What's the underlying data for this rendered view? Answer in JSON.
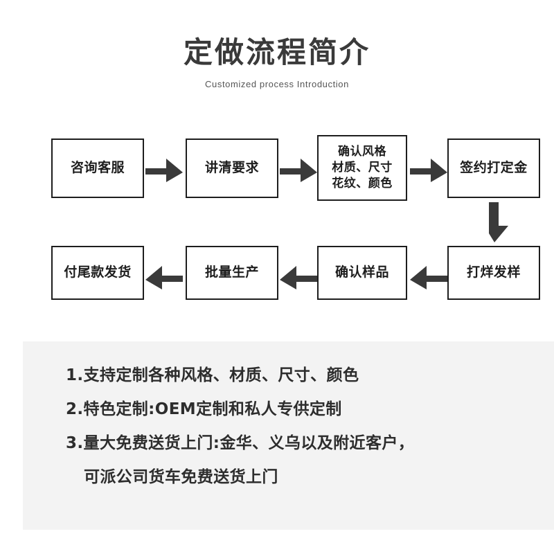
{
  "header": {
    "title": "定做流程简介",
    "subtitle": "Customized process Introduction"
  },
  "flow": {
    "nodes": [
      {
        "id": "n1",
        "lines": [
          "咨询客服"
        ]
      },
      {
        "id": "n2",
        "lines": [
          "讲清要求"
        ]
      },
      {
        "id": "n3",
        "lines": [
          "确认风格",
          "材质、尺寸",
          "花纹、颜色"
        ]
      },
      {
        "id": "n4",
        "lines": [
          "签约打定金"
        ]
      },
      {
        "id": "n5",
        "lines": [
          "付尾款发货"
        ]
      },
      {
        "id": "n6",
        "lines": [
          "批量生产"
        ]
      },
      {
        "id": "n7",
        "lines": [
          "确认样品"
        ]
      },
      {
        "id": "n8",
        "lines": [
          "打烊发样"
        ]
      }
    ],
    "arrows": [
      {
        "id": "a1",
        "direction": "right"
      },
      {
        "id": "a2",
        "direction": "right"
      },
      {
        "id": "a3",
        "direction": "right"
      },
      {
        "id": "a4",
        "direction": "down"
      },
      {
        "id": "a5",
        "direction": "left"
      },
      {
        "id": "a6",
        "direction": "left"
      },
      {
        "id": "a7",
        "direction": "left"
      }
    ]
  },
  "notes": {
    "items": [
      "1.支持定制各种风格、材质、尺寸、颜色",
      "2.特色定制:OEM定制和私人专供定制",
      "3.量大免费送货上门:金华、义乌以及附近客户，",
      "可派公司货车免费送货上门"
    ]
  },
  "colors": {
    "panel_background": "#f3f3f3",
    "box_border": "#1d1d1d",
    "arrow_fill": "#3a3a3a",
    "text": "#2d2d2d",
    "page_background": "#ffffff"
  }
}
